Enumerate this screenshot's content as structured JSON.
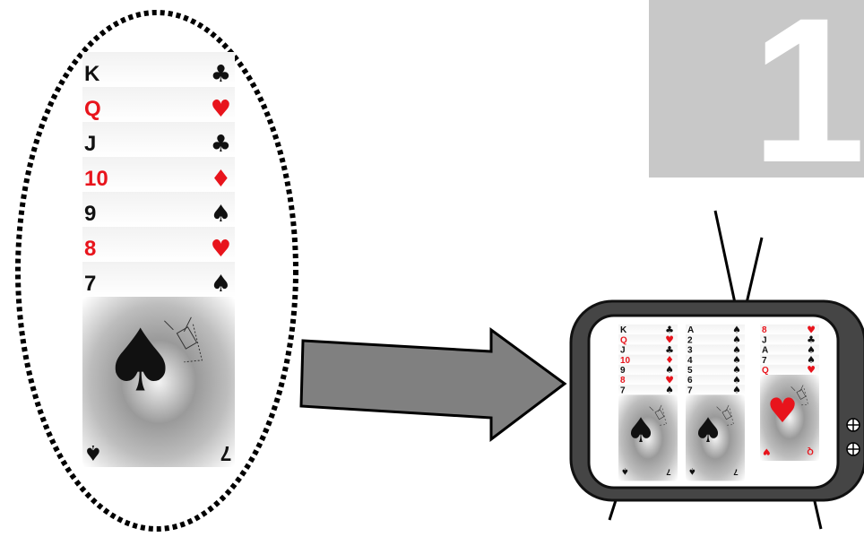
{
  "colors": {
    "red": "#e8141c",
    "black": "#111111",
    "tv_body": "#444444",
    "gray_box": "#c8c8c8"
  },
  "big_number": "1",
  "big_cascade": {
    "rows": [
      {
        "rank": "K",
        "suit": "♣",
        "color": "black"
      },
      {
        "rank": "Q",
        "suit": "♥",
        "color": "red"
      },
      {
        "rank": "J",
        "suit": "♣",
        "color": "black"
      },
      {
        "rank": "10",
        "suit": "♦",
        "color": "red"
      },
      {
        "rank": "9",
        "suit": "♠",
        "color": "black"
      },
      {
        "rank": "8",
        "suit": "♥",
        "color": "red"
      },
      {
        "rank": "7",
        "suit": "♠",
        "color": "black"
      }
    ],
    "face": {
      "rank": "7",
      "suit": "♠",
      "color": "black"
    }
  },
  "tv_columns": [
    {
      "rows": [
        {
          "rank": "K",
          "suit": "♣",
          "color": "black"
        },
        {
          "rank": "Q",
          "suit": "♥",
          "color": "red"
        },
        {
          "rank": "J",
          "suit": "♣",
          "color": "black"
        },
        {
          "rank": "10",
          "suit": "♦",
          "color": "red"
        },
        {
          "rank": "9",
          "suit": "♠",
          "color": "black"
        },
        {
          "rank": "8",
          "suit": "♥",
          "color": "red"
        },
        {
          "rank": "7",
          "suit": "♠",
          "color": "black"
        }
      ],
      "face": {
        "rank": "7",
        "suit": "♠",
        "color": "black"
      }
    },
    {
      "rows": [
        {
          "rank": "A",
          "suit": "♠",
          "color": "black"
        },
        {
          "rank": "2",
          "suit": "♠",
          "color": "black"
        },
        {
          "rank": "3",
          "suit": "♠",
          "color": "black"
        },
        {
          "rank": "4",
          "suit": "♠",
          "color": "black"
        },
        {
          "rank": "5",
          "suit": "♠",
          "color": "black"
        },
        {
          "rank": "6",
          "suit": "♠",
          "color": "black"
        },
        {
          "rank": "7",
          "suit": "♠",
          "color": "black"
        }
      ],
      "face": {
        "rank": "7",
        "suit": "♠",
        "color": "black"
      }
    },
    {
      "rows": [
        {
          "rank": "8",
          "suit": "♥",
          "color": "red"
        },
        {
          "rank": "J",
          "suit": "♣",
          "color": "black"
        },
        {
          "rank": "A",
          "suit": "♠",
          "color": "black"
        },
        {
          "rank": "7",
          "suit": "♠",
          "color": "black"
        },
        {
          "rank": "Q",
          "suit": "♥",
          "color": "red"
        }
      ],
      "face": {
        "rank": "Q",
        "suit": "♥",
        "color": "red"
      }
    }
  ]
}
